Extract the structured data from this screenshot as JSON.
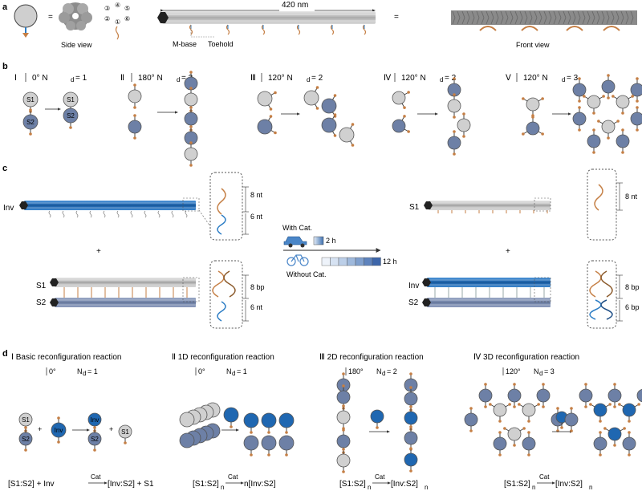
{
  "colors": {
    "light": "#d0d0d0",
    "dark": "#6d80a6",
    "blue": "#1f67b1",
    "bond": "#c57f45",
    "bondBlue": "#2c7dc5",
    "gray": "#b3b3b3",
    "stroke": "#555555"
  },
  "panel_a": {
    "label": "a",
    "eq": "=",
    "side_view": "Side view",
    "length": "420 nm",
    "m_base": "M-base",
    "toehold": "Toehold",
    "front_view": "Front view",
    "helix_nums": [
      "③",
      "④",
      "⑤",
      "②",
      "⑥",
      "①"
    ]
  },
  "panel_b": {
    "label": "b",
    "s1": "S1",
    "s2": "S2",
    "items": [
      {
        "roman": "Ⅰ",
        "spec": "0°    N",
        "sub": "d",
        "tail": "= 1"
      },
      {
        "roman": "Ⅱ",
        "spec": "180°  N",
        "sub": "d",
        "tail": "= 2"
      },
      {
        "roman": "Ⅲ",
        "spec": "120°  N",
        "sub": "d",
        "tail": "= 2"
      },
      {
        "roman": "Ⅳ",
        "spec": "120°  N",
        "sub": "d",
        "tail": "= 2"
      },
      {
        "roman": "Ⅴ",
        "spec": "120°  N",
        "sub": "d",
        "tail": "= 3"
      }
    ]
  },
  "panel_c": {
    "label": "c",
    "inv": "Inv",
    "s1": "S1",
    "s2": "S2",
    "plus": "+",
    "nt8": "8 nt",
    "nt6": "6 nt",
    "bp8": "8 bp",
    "bp6": "6 bp",
    "with_cat": "With Cat.",
    "without_cat": "Without Cat.",
    "t2h": "2 h",
    "t12h": "12 h"
  },
  "panel_d": {
    "label": "d",
    "titles": [
      "Ⅰ Basic reconfiguration reaction",
      "Ⅱ 1D reconfiguration reaction",
      "Ⅲ 2D reconfiguration reaction",
      "Ⅳ 3D reconfiguration reaction"
    ],
    "specs": [
      {
        "angle": "0°",
        "nd": "N",
        "sub": "d",
        "tail": "= 1"
      },
      {
        "angle": "0°",
        "nd": "N",
        "sub": "d",
        "tail": "= 1"
      },
      {
        "angle": "180°",
        "nd": "N",
        "sub": "d",
        "tail": "= 2"
      },
      {
        "angle": "120°",
        "nd": "N",
        "sub": "d",
        "tail": "= 3"
      }
    ],
    "s1": "S1",
    "s2": "S2",
    "inv": "Inv",
    "plus": "+",
    "cat": "Cat",
    "eq1_left": "[S1:S2] + Inv",
    "eq1_right": "[Inv:S2] + S1",
    "eq2_left": "[S1:S2]",
    "eq2_sub": "n",
    "eq2_right": "n[Inv:S2]",
    "eq3_left": "[S1:S2]",
    "eq3_sub": "n",
    "eq3_right": "[Inv:S2]",
    "eq3_rsub": "n",
    "eq4_left": "[S1:S2]",
    "eq4_sub": "n",
    "eq4_right": "[Inv:S2]",
    "eq4_rsub": "n"
  }
}
